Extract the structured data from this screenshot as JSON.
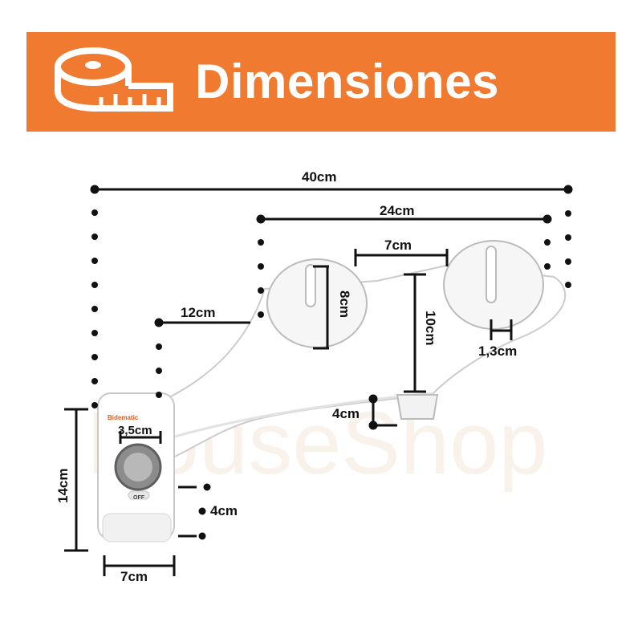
{
  "banner": {
    "title": "Dimensiones",
    "icon": "measuring-tape-icon",
    "color": "#f07a2f"
  },
  "product": {
    "brand": "Bidematic",
    "knob_label": "OFF"
  },
  "watermark": "HouseShop",
  "dimensions": {
    "total_length": "40cm",
    "plate_spacing": "24cm",
    "plate_gap": "7cm",
    "plate_diameter": "8cm",
    "arm_height": "12cm",
    "depth": "10cm",
    "slot_width": "1,3cm",
    "nozzle": "4cm",
    "knob": "3,5cm",
    "panel_height": "14cm",
    "panel_thickness": "4cm",
    "panel_width": "7cm"
  }
}
